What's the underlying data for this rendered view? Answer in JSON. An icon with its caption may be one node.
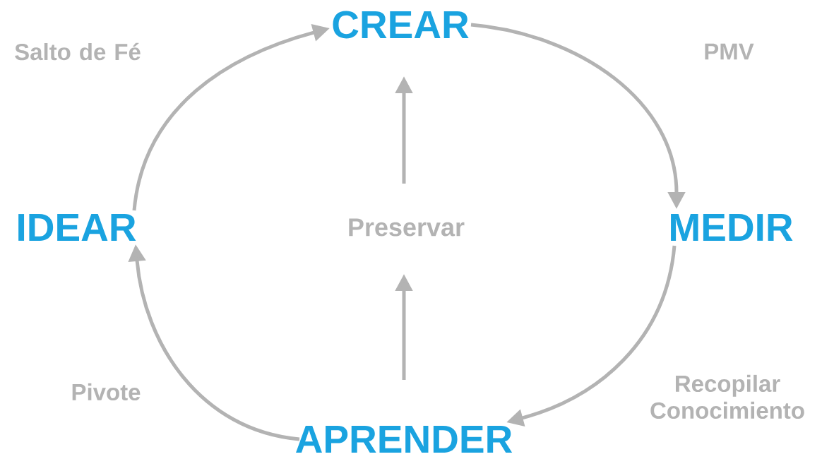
{
  "diagram": {
    "nodes": [
      {
        "text": [
          "CREAR"
        ]
      },
      {
        "text": [
          "MEDIR"
        ]
      },
      {
        "text": [
          "APRENDER"
        ]
      },
      {
        "text": [
          "IDEAR"
        ]
      },
      {
        "text": [
          "Preservar"
        ]
      }
    ],
    "edges": [
      {
        "from": 3,
        "to": 0,
        "arrow": "to",
        "label": "Salto de Fé"
      },
      {
        "from": 0,
        "to": 1,
        "arrow": "to",
        "label": "PMV"
      },
      {
        "from": 1,
        "to": 2,
        "arrow": "to",
        "label": "Recopilar Conocimiento"
      },
      {
        "from": 2,
        "to": 3,
        "arrow": "to",
        "label": "Pivote"
      },
      {
        "from": 2,
        "to": 4,
        "arrow": "to"
      },
      {
        "from": 4,
        "to": 0,
        "arrow": "to"
      }
    ]
  }
}
